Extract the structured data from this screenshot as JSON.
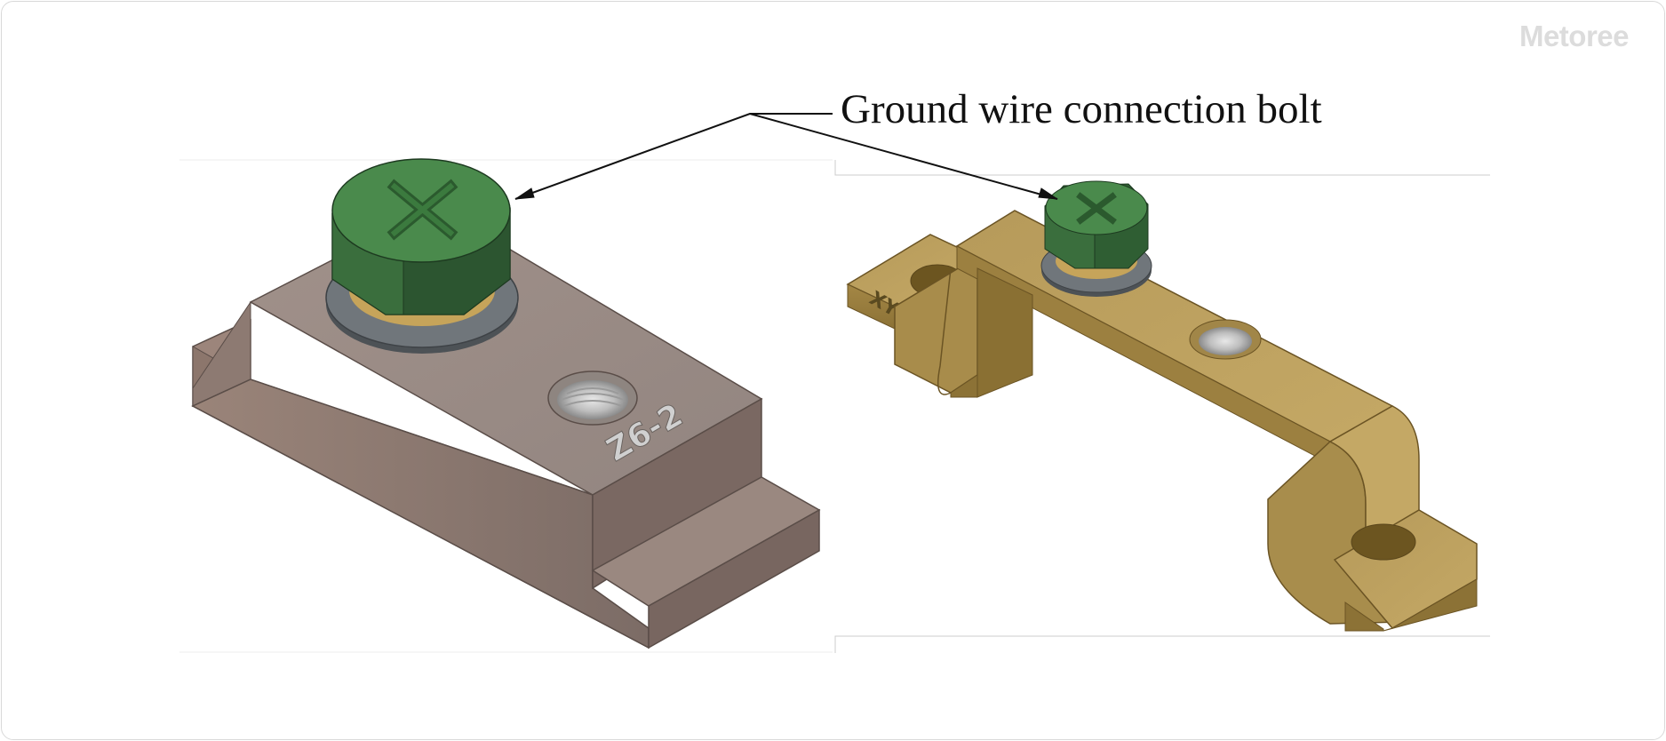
{
  "brand": {
    "logo_text": "Metoree"
  },
  "callout": {
    "label": "Ground wire connection bolt"
  },
  "parts": [
    {
      "stamp": "Z6-2",
      "body_color": "#8f7f78"
    },
    {
      "stamp": "XY8-2",
      "body_color": "#b09350"
    }
  ],
  "colors": {
    "bolt_green": "#3f7a41",
    "washer_gray": "#6e7378",
    "brass": "#b89a56",
    "leader_line": "#111111"
  }
}
